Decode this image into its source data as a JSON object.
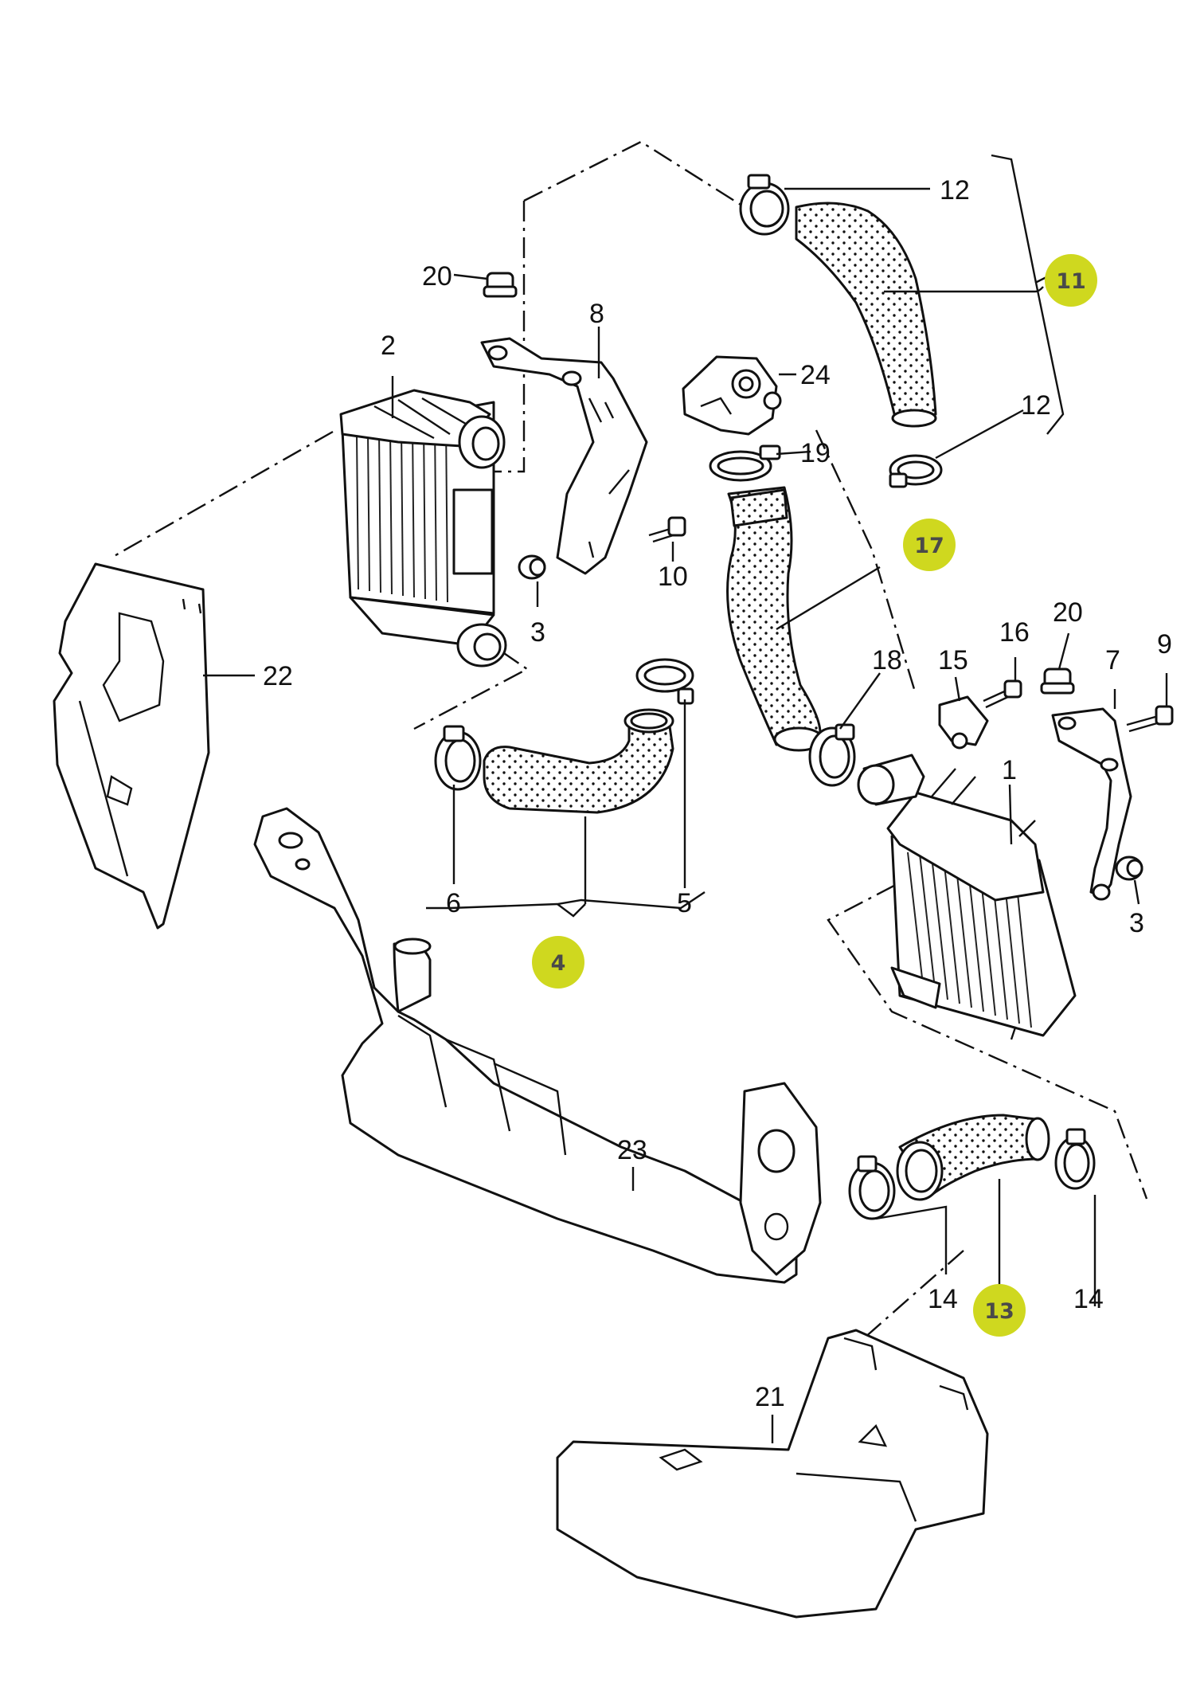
{
  "accent_color": "#cfd81f",
  "callouts": {
    "c1": "1",
    "c2": "2",
    "c3a": "3",
    "c3b": "3",
    "c5": "5",
    "c6": "6",
    "c7": "7",
    "c8": "8",
    "c9": "9",
    "c10": "10",
    "c12a": "12",
    "c12b": "12",
    "c14a": "14",
    "c14b": "14",
    "c15": "15",
    "c16": "16",
    "c18": "18",
    "c19": "19",
    "c20a": "20",
    "c20b": "20",
    "c21": "21",
    "c22": "22",
    "c23": "23",
    "c24": "24"
  },
  "highlighted": {
    "h4": "4",
    "h11": "11",
    "h13": "13",
    "h17": "17"
  }
}
